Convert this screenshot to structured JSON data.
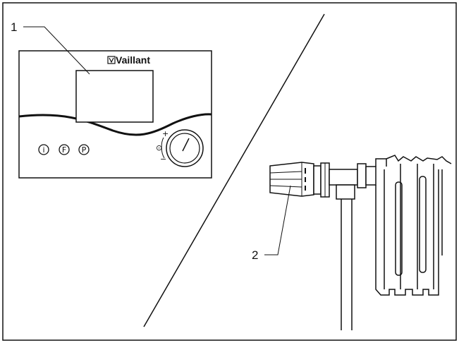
{
  "callouts": [
    {
      "number": "1"
    },
    {
      "number": "2"
    }
  ],
  "controller": {
    "brand": "Vaillant",
    "buttons": [
      "i",
      "F",
      "P"
    ],
    "dial": {
      "plus": "+",
      "minus": "−",
      "mode_symbol": "⊙"
    }
  },
  "icons": [
    "vaillant-logo-icon",
    "info-button-icon",
    "function-button-icon",
    "program-button-icon",
    "rotary-knob-icon",
    "thermostatic-valve-head-icon",
    "radiator-icon"
  ]
}
